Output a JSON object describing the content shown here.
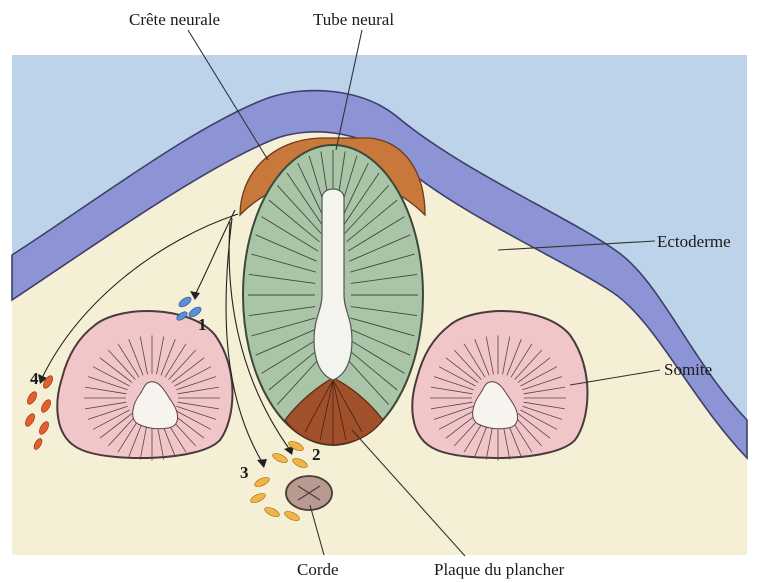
{
  "labels": {
    "crete_neurale": "Crête neurale",
    "tube_neural": "Tube neural",
    "ectoderme": "Ectoderme",
    "somite": "Somite",
    "corde": "Corde",
    "plaque_du_plancher": "Plaque du plancher"
  },
  "pathway_numbers": [
    "1",
    "2",
    "3",
    "4"
  ],
  "colors": {
    "background": "#bcd3ea",
    "mesenchyme": "#f5efd6",
    "ectoderm": "#8d94d6",
    "neural_crest": "#c9783b",
    "neural_tube": "#a9c4a6",
    "lumen": "#f4f4ee",
    "floor_plate": "#a0502a",
    "somite": "#f1c6c8",
    "notochord": "#b89a90",
    "cells_path1": "#5b8fd6",
    "cells_path2_3": "#f0b545",
    "cells_path4": "#e0612e"
  }
}
